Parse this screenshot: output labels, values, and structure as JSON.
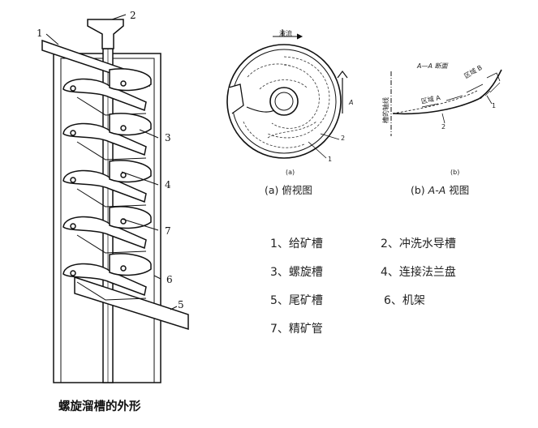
{
  "figure": {
    "title": "螺旋溜槽的外形",
    "callouts": [
      "1",
      "2",
      "3",
      "4",
      "7",
      "6",
      "5"
    ]
  },
  "plan_view": {
    "top_label": "液流",
    "a_label": "A",
    "num_labels": [
      "2",
      "1"
    ],
    "sub_tag": "(a)",
    "caption": "(a) 俯视图"
  },
  "section_view": {
    "label_aa": "A—A 断面",
    "zone_b": "区域 B",
    "zone_a": "区域 A",
    "axis_label": "槽的轴线",
    "num_labels": [
      "1",
      "2"
    ],
    "sub_tag": "(b)",
    "caption_prefix": "(b) ",
    "caption_italic": "A-A",
    "caption_suffix": " 视图"
  },
  "legend": [
    "1、给矿槽",
    "2、冲洗水导槽",
    "3、螺旋槽",
    "4、连接法兰盘",
    "5、尾矿槽",
    "6、机架",
    "7、精矿管"
  ]
}
